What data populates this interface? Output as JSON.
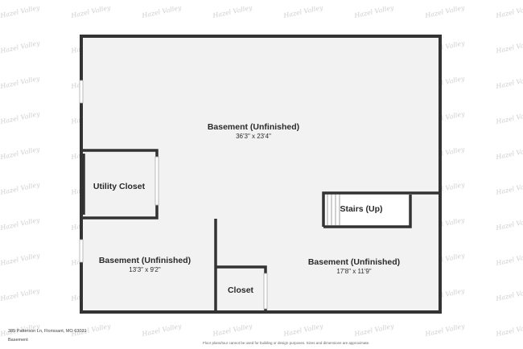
{
  "watermark": {
    "text": "Hazel Valley"
  },
  "rooms": [
    {
      "name": "Basement (Unfinished)",
      "dims": "36'3\" x 23'4\""
    },
    {
      "name": "Utility Closet",
      "dims": ""
    },
    {
      "name": "Basement (Unfinished)",
      "dims": "13'3\" x 9'2\""
    },
    {
      "name": "Closet",
      "dims": ""
    },
    {
      "name": "Basement (Unfinished)",
      "dims": "17'8\" x 11'9\""
    },
    {
      "name": "Stairs (Up)",
      "dims": ""
    }
  ],
  "footer": {
    "address": "385 Patterson Ln, Florissant, MO 63031",
    "floor": "Basement",
    "disclaimer": "Floor plans/tour cannot be used for building or design purposes. Sizes and dimensions are approximate."
  },
  "colors": {
    "wall": "#333333",
    "floor": "#f2f2f2",
    "window": "#c8c8c8"
  }
}
